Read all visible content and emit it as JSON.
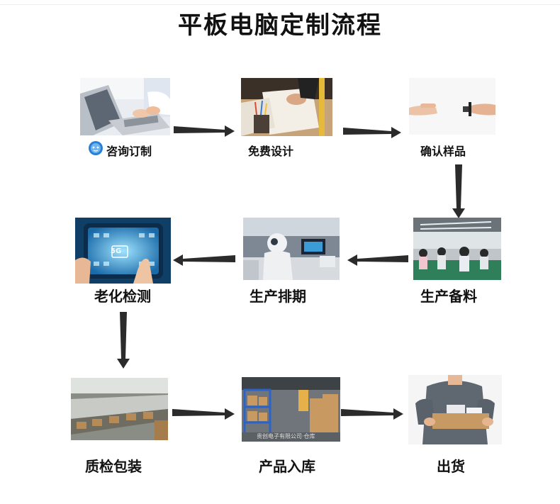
{
  "title": "平板电脑定制流程",
  "steps": [
    {
      "label": "咨询订制",
      "icon": "chat-bubble-icon"
    },
    {
      "label": "免费设计"
    },
    {
      "label": "确认样品"
    },
    {
      "label": "生产备料"
    },
    {
      "label": "生产排期"
    },
    {
      "label": "老化检测",
      "screen_text": "5G"
    },
    {
      "label": "质检包装"
    },
    {
      "label": "产品入库",
      "caption": "贵创电子有限公司·仓库"
    },
    {
      "label": "出货"
    }
  ],
  "colors": {
    "arrow": "#2b2b2b",
    "accent_blue": "#2a7fd4",
    "text": "#111111"
  }
}
